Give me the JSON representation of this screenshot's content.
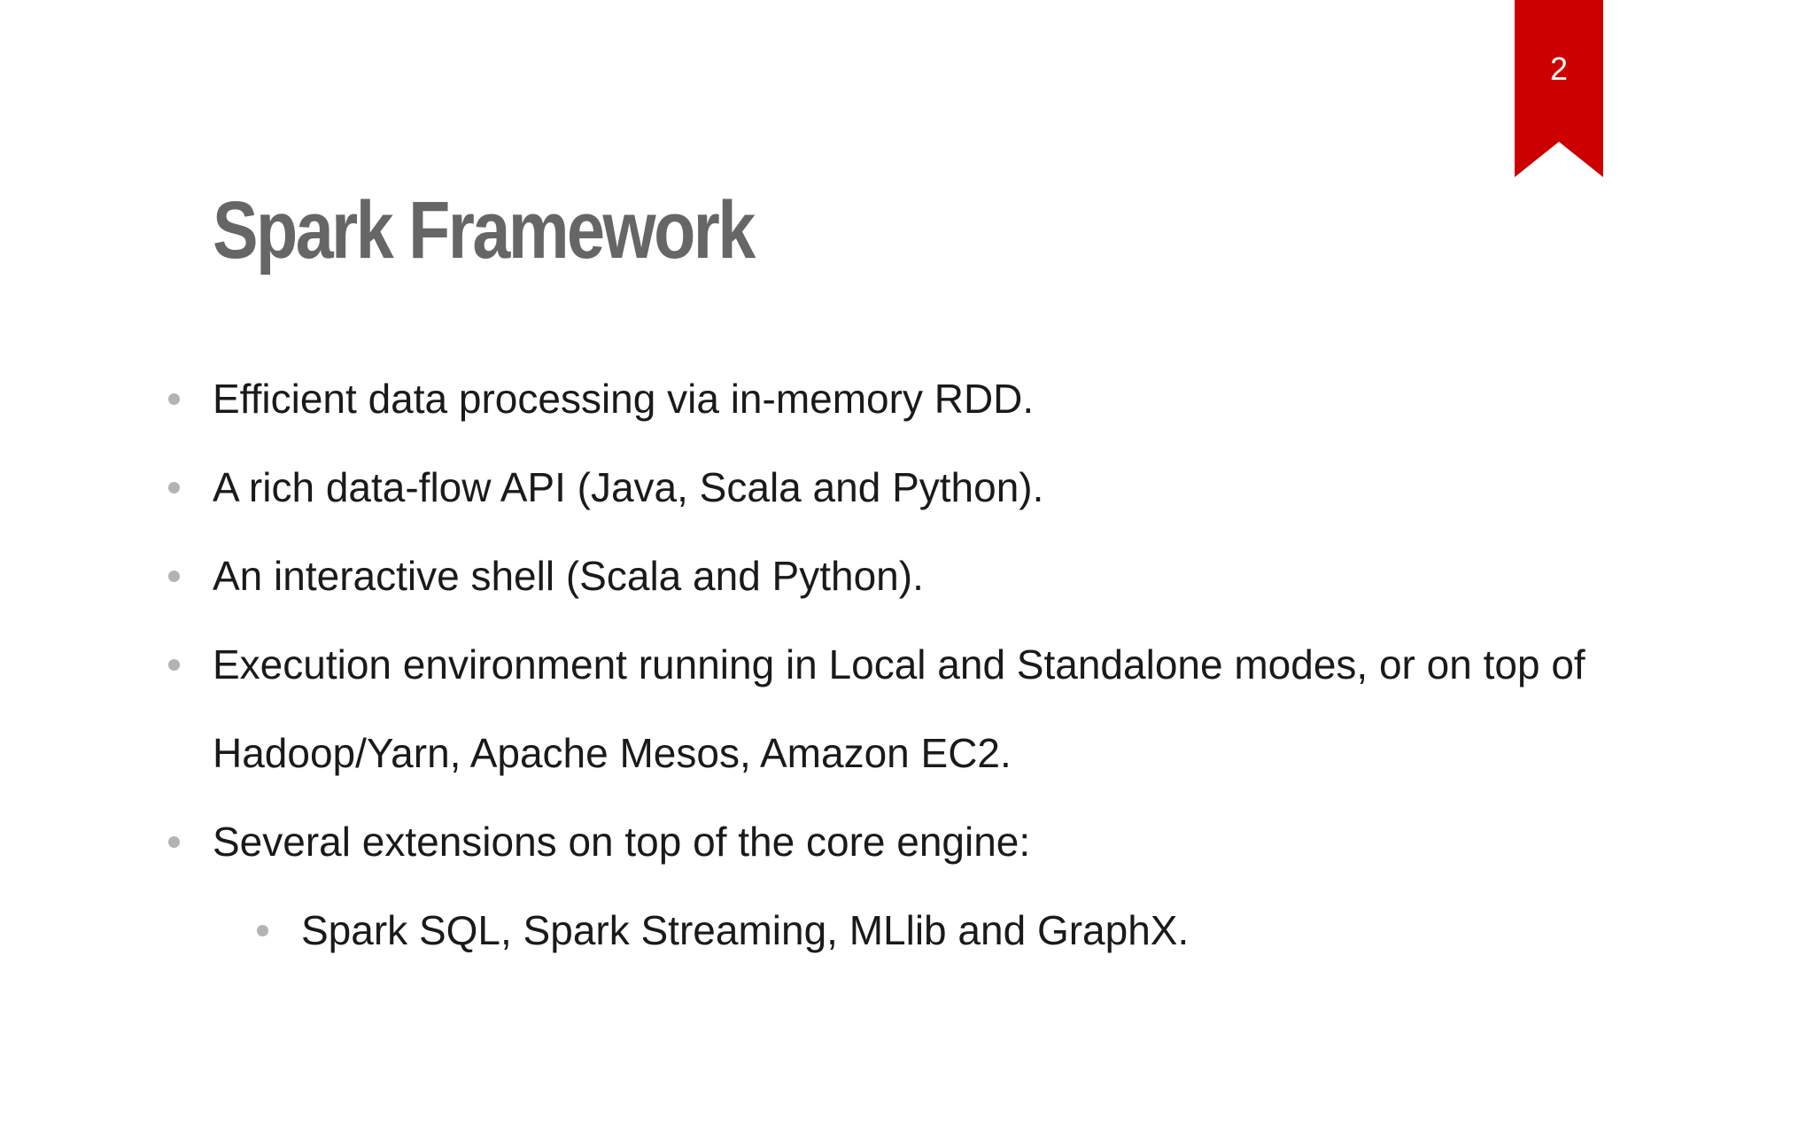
{
  "slide": {
    "page_number": "2",
    "title": "Spark Framework",
    "bullets": [
      "Efficient data processing via in-memory RDD.",
      "A rich data-flow API (Java, Scala and Python).",
      "An interactive shell (Scala and Python).",
      "Execution environment running in Local and Standalone modes, or on top of Hadoop/Yarn, Apache Mesos, Amazon EC2.",
      "Several extensions on top of the core engine:"
    ],
    "sub_bullets": [
      "Spark SQL, Spark Streaming, MLlib and GraphX."
    ]
  },
  "colors": {
    "ribbon": "#cc0000",
    "title": "#666666",
    "text": "#1a1a1a",
    "bullet": "#b3b3b3",
    "background": "#ffffff"
  },
  "icons": {
    "ribbon": "bookmark-ribbon-icon",
    "bullet": "bullet-dot-icon"
  }
}
